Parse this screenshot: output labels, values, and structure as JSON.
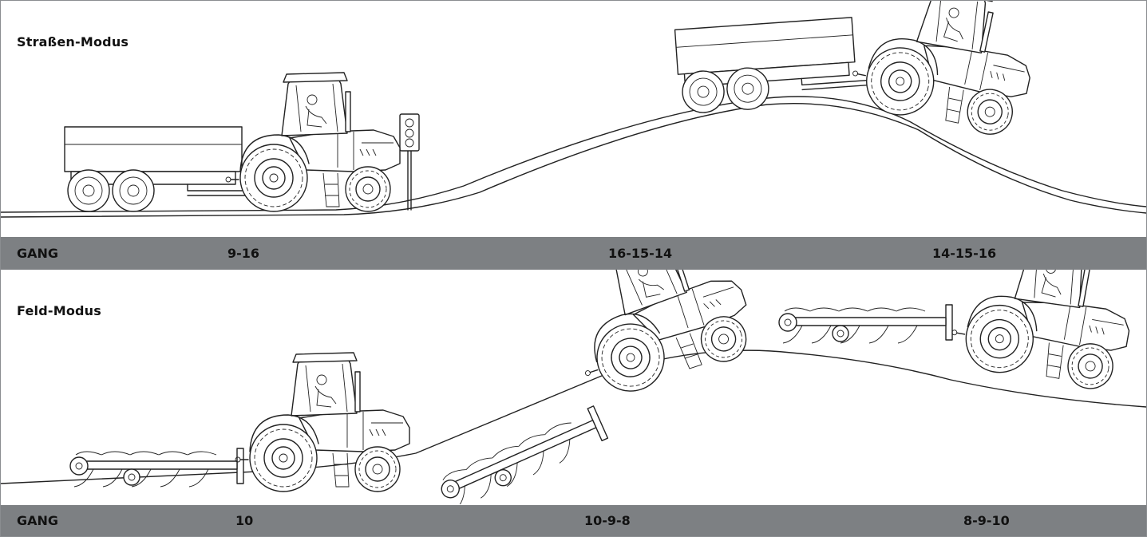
{
  "road": {
    "title": "Straßen-Modus",
    "gear_label": "GANG",
    "gears": [
      "9-16",
      "16-15-14",
      "14-15-16"
    ]
  },
  "field": {
    "title": "Feld-Modus",
    "gear_label": "GANG",
    "gears": [
      "10",
      "10-9-8",
      "8-9-10"
    ]
  },
  "icons": [
    "tractor-icon",
    "trailer-icon",
    "traffic-light-icon",
    "plough-icon"
  ]
}
